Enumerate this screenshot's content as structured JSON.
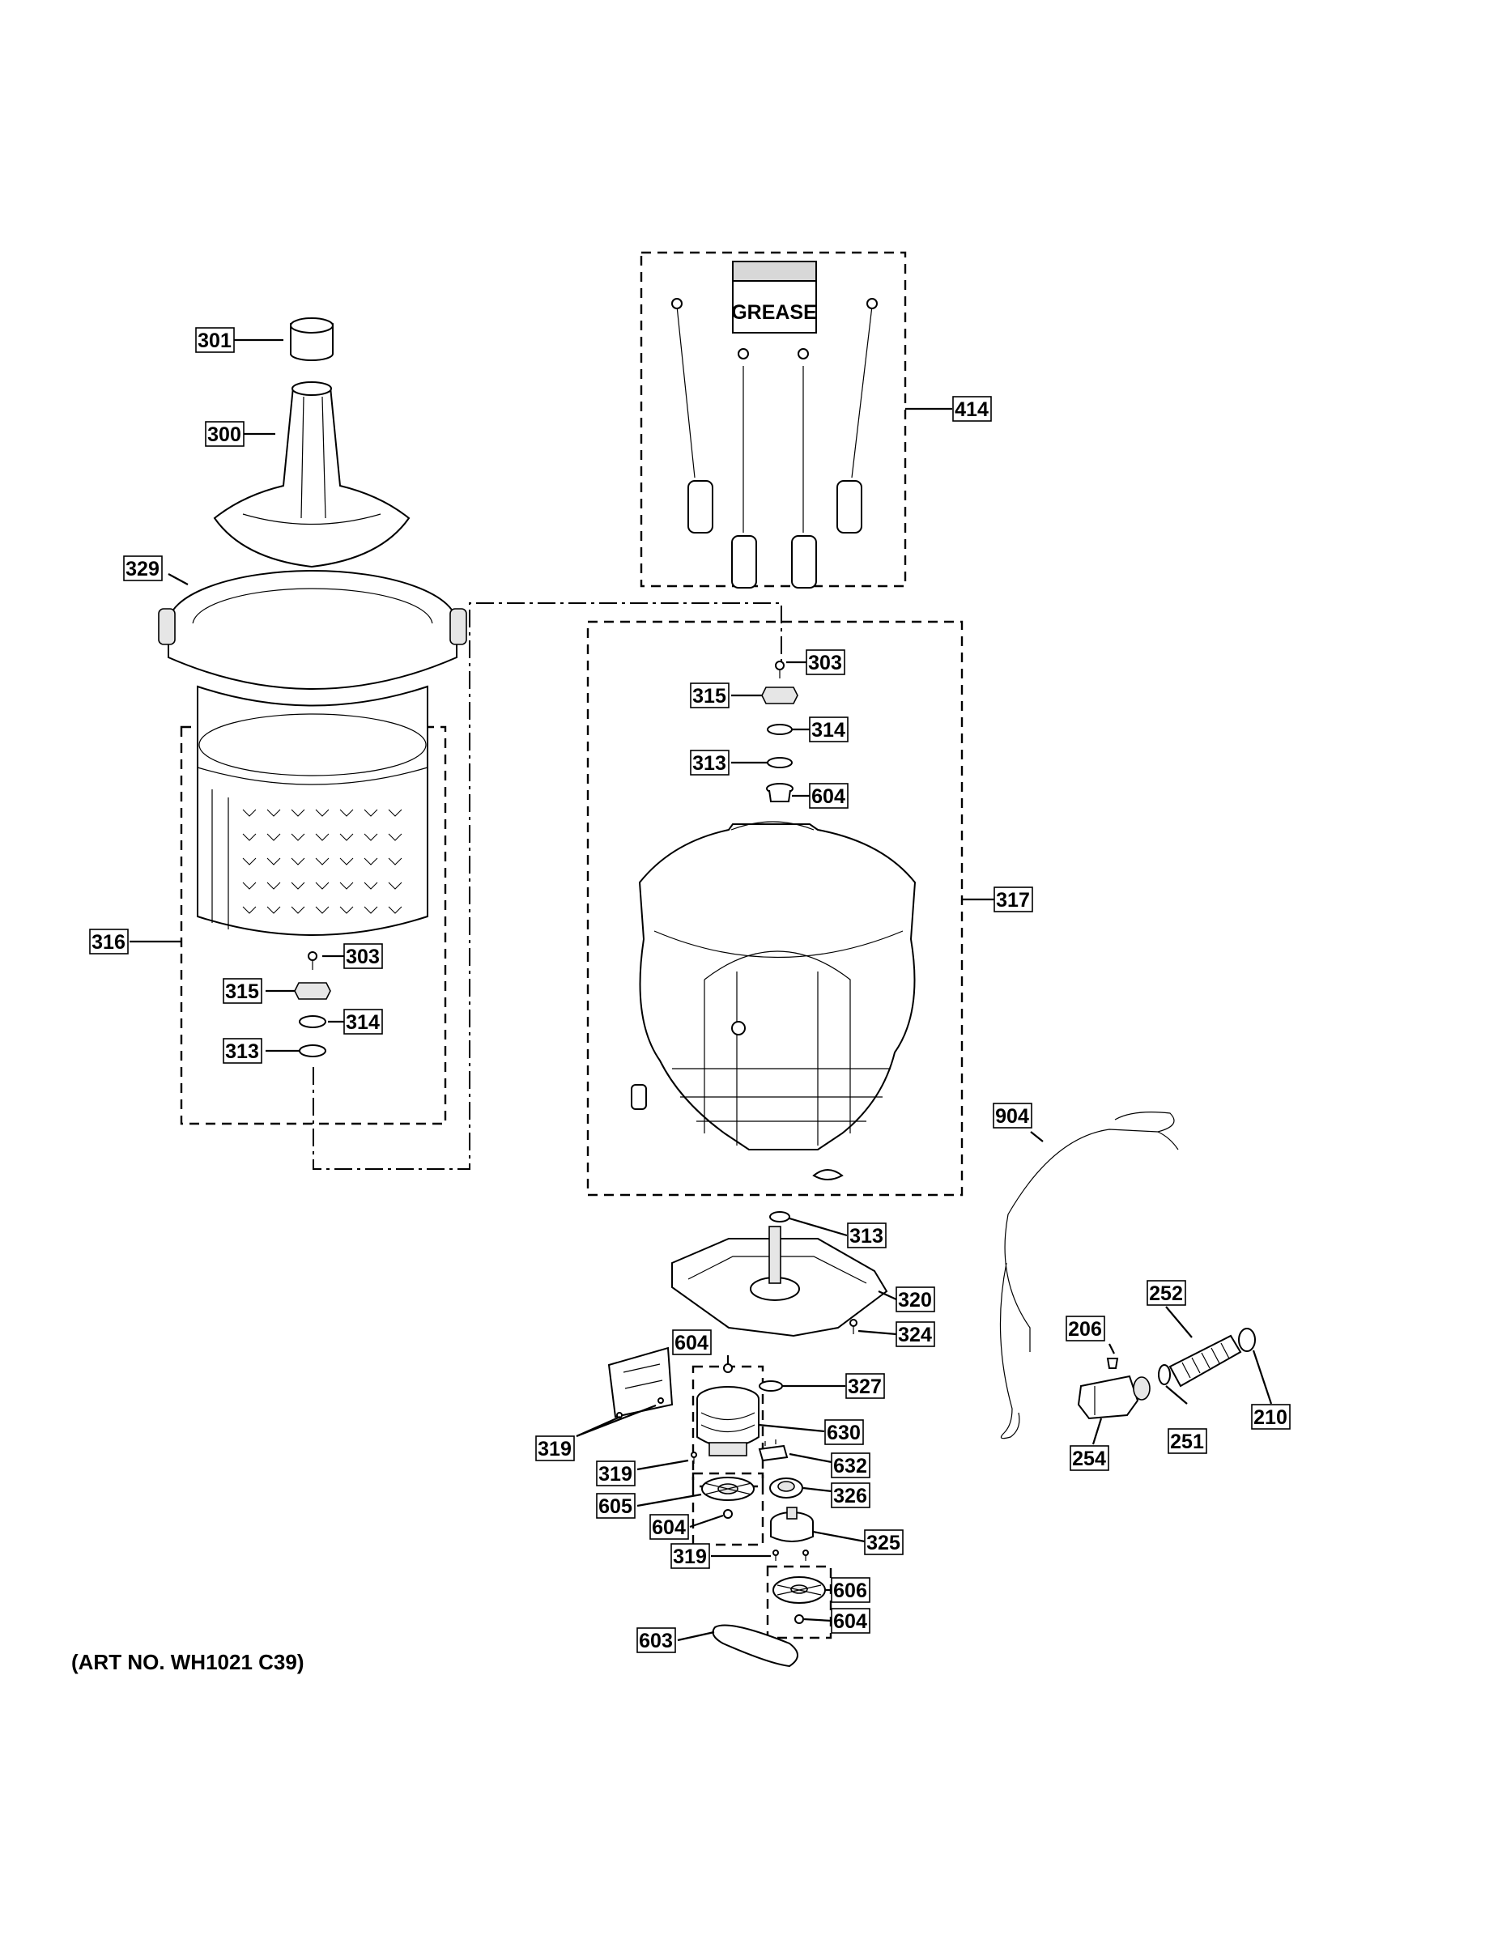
{
  "diagram": {
    "grease_label": "GREASE",
    "art_note": "(ART NO. WH1021 C39)",
    "callouts": [
      "301",
      "300",
      "329",
      "316",
      "303",
      "315",
      "314",
      "313",
      "414",
      "303",
      "315",
      "314",
      "313",
      "604",
      "317",
      "313",
      "320",
      "324",
      "904",
      "206",
      "252",
      "210",
      "251",
      "254",
      "604",
      "327",
      "630",
      "319",
      "319",
      "632",
      "605",
      "326",
      "604",
      "325",
      "319",
      "606",
      "604",
      "603"
    ]
  }
}
